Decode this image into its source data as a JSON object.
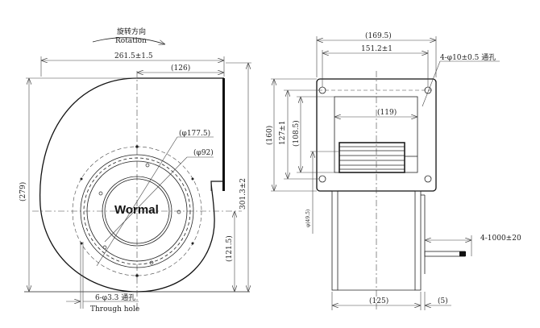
{
  "front_view": {
    "rotation_cn": "旋转方向",
    "rotation_en": "Rotation",
    "width_dim": "261.5±1.5",
    "offset_dim": "(126)",
    "height_dim": "(279)",
    "total_height_dim": "301.3±2",
    "center_height_dim": "(121.5)",
    "outer_diameter_dim": "(φ177.5)",
    "inner_diameter_dim": "(φ92)",
    "hole_note_cn": "6-φ3.3 通孔",
    "hole_note_en": "Through hole",
    "logo": "Wormal"
  },
  "side_view": {
    "flange_width_dim": "(169.5)",
    "hole_spacing_dim": "151.2±1",
    "hole_note": "4-φ10±0.5 通孔",
    "flange_height_dim": "(160)",
    "hole_vertical_dim": "127±1",
    "opening_height_dim": "(108.5)",
    "opening_width_dim": "(119)",
    "motor_diameter_dim": "φ(49.5)",
    "wire_length_dim": "4-1000±20",
    "body_depth_dim": "(125)",
    "shaft_dim": "(5)"
  }
}
